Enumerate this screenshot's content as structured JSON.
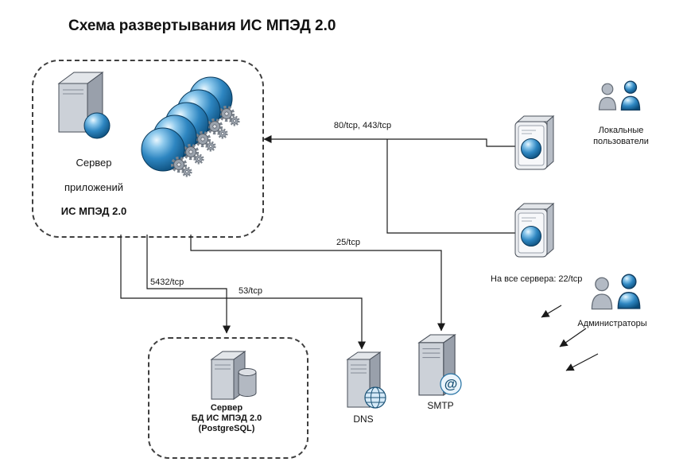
{
  "title": "Схема развертывания ИС МПЭД 2.0",
  "nodes": {
    "app_server": {
      "line1": "Сервер",
      "line2": "приложений",
      "line3": "ИС МПЭД 2.0"
    },
    "db_server": {
      "line1": "Сервер",
      "line2": "БД ИС МПЭД 2.0",
      "line3": "(PostgreSQL)"
    },
    "dns_server": {
      "label": "DNS"
    },
    "smtp_server": {
      "label": "SMTP"
    },
    "local_users": {
      "line1": "Локальные",
      "line2": "пользователи"
    },
    "administrators": {
      "label": "Администраторы"
    }
  },
  "edges": {
    "web": {
      "label": "80/tcp, 443/tcp"
    },
    "smtp": {
      "label": "25/tcp"
    },
    "db": {
      "label": "5432/tcp"
    },
    "dns": {
      "label": "53/tcp"
    },
    "admin_access": {
      "label": "На все сервера: 22/tcp"
    }
  },
  "icons": {
    "at": "@"
  },
  "colors": {
    "sphere": "#2e86c1",
    "server_body": "#ccd1d8",
    "connector": "#1a1a1a",
    "background": "#ffffff"
  }
}
